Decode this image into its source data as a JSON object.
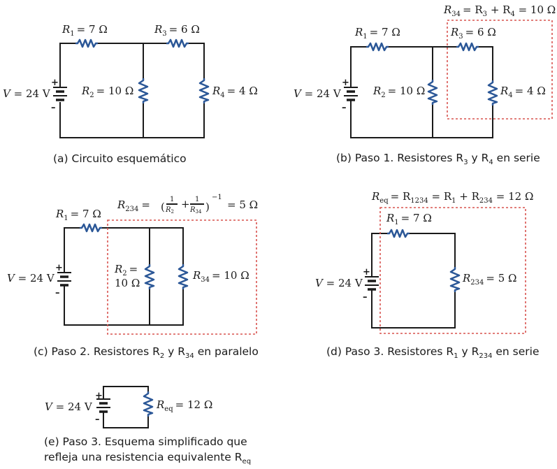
{
  "panels": {
    "a": {
      "caption": "(a) Circuito esquemático",
      "source": {
        "name": "V",
        "value": "= 24 V"
      },
      "r1": {
        "name": "R",
        "sub": "1",
        "value": "= 7 Ω"
      },
      "r2": {
        "name": "R",
        "sub": "2",
        "value": "= 10 Ω"
      },
      "r3": {
        "name": "R",
        "sub": "3",
        "value": "= 6 Ω"
      },
      "r4": {
        "name": "R",
        "sub": "4",
        "value": "= 4 Ω"
      }
    },
    "b": {
      "caption_pre": "(b) Paso 1. Resistores R",
      "caption_s1": "3",
      "caption_mid": " y R",
      "caption_s2": "4",
      "caption_post": " en serie",
      "eq": {
        "lhs": "R",
        "lhs_sub": "34",
        "rhs": "= R",
        "t1_sub": "3",
        "plus": " + R",
        "t2_sub": "4",
        "result": " = 10 Ω"
      },
      "source": {
        "name": "V",
        "value": "= 24 V"
      },
      "r1": {
        "name": "R",
        "sub": "1",
        "value": "= 7 Ω"
      },
      "r2": {
        "name": "R",
        "sub": "2",
        "value": "= 10 Ω"
      },
      "r3": {
        "name": "R",
        "sub": "3",
        "value": "= 6 Ω"
      },
      "r4": {
        "name": "R",
        "sub": "4",
        "value": "= 4 Ω"
      }
    },
    "c": {
      "caption_pre": "(c) Paso 2. Resistores R",
      "caption_s1": "2",
      "caption_mid": " y R",
      "caption_s2": "34",
      "caption_post": " en paralelo",
      "eq": {
        "lhs": "R",
        "lhs_sub": "234",
        "eq": "=",
        "one": "1",
        "d1": "R",
        "d1_sub": "2",
        "plus": "+",
        "d2": "R",
        "d2_sub": "34",
        "exp": "−1",
        "result": "= 5 Ω"
      },
      "source": {
        "name": "V",
        "value": "= 24 V"
      },
      "r1": {
        "name": "R",
        "sub": "1",
        "value": "= 7 Ω"
      },
      "r2": {
        "name": "R",
        "sub": "2",
        "eq": "=",
        "value": "10 Ω"
      },
      "r34": {
        "name": "R",
        "sub": "34",
        "value": "= 10 Ω"
      }
    },
    "d": {
      "caption_pre": "(d) Paso 3. Resistores R",
      "caption_s1": "1",
      "caption_mid": " y R",
      "caption_s2": "234",
      "caption_post": " en serie",
      "eq": {
        "lhs": "R",
        "lhs_sub": "eq",
        "a": "= R",
        "a_sub": "1234",
        "b": " = R",
        "b_sub": "1",
        "c": " + R",
        "c_sub": "234",
        "result": " = 12 Ω"
      },
      "source": {
        "name": "V",
        "value": "= 24 V"
      },
      "r1": {
        "name": "R",
        "sub": "1",
        "value": "= 7 Ω"
      },
      "r234": {
        "name": "R",
        "sub": "234",
        "value": "= 5 Ω"
      }
    },
    "e": {
      "caption_line1": "(e) Paso 3. Esquema simplificado que",
      "caption_line2_pre": "refleja una resistencia equivalente R",
      "caption_line2_sub": "eq",
      "source": {
        "name": "V",
        "value": "= 24 V"
      },
      "req": {
        "name": "R",
        "sub": "eq",
        "value": "= 12 Ω"
      }
    }
  },
  "symbols": {
    "plus": "+",
    "minus": "–"
  }
}
